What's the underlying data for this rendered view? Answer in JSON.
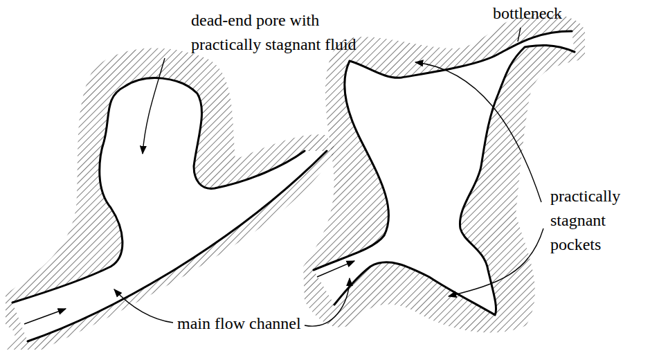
{
  "diagram": {
    "labels": [
      "dead-end pore with practically stagnant fluid",
      "main flow channel",
      "bottleneck",
      "practically stagnant pockets"
    ]
  }
}
